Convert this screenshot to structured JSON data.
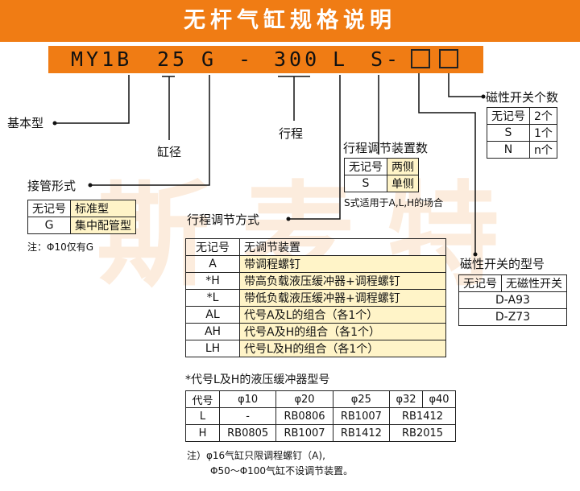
{
  "title": "无杆气缸规格说明",
  "watermark": "斯麦特",
  "model": {
    "series": "MY1B",
    "bore": "25",
    "port": "G",
    "dash": "-",
    "stroke": "300",
    "adjust": "L",
    "units": "S-"
  },
  "labels": {
    "basic_type": "基本型",
    "bore": "缸径",
    "stroke": "行程",
    "port_type": "接管形式",
    "adjust_mode": "行程调节方式",
    "adjust_count": "行程调节装置数",
    "switch_count": "磁性开关个数",
    "switch_model": "磁性开关的型号",
    "port_note": "注：Φ10仅有G",
    "adjust_count_note": "S式适用于A,L,H的场合",
    "shock_title": "*代号L及H的液压缓冲器型号",
    "bottom_note_1": "注）φ16气缸只限调程螺钉（A),",
    "bottom_note_2": "Φ50～Φ100气缸不设调节装置。"
  },
  "port_table": [
    {
      "code": "无记号",
      "desc": "标准型"
    },
    {
      "code": "G",
      "desc": "集中配管型"
    }
  ],
  "adjust_count_table": [
    {
      "code": "无记号",
      "desc": "两侧"
    },
    {
      "code": "S",
      "desc": "单侧"
    }
  ],
  "switch_count_table": [
    {
      "code": "无记号",
      "desc": "2个"
    },
    {
      "code": "S",
      "desc": "1个"
    },
    {
      "code": "N",
      "desc": "n个"
    }
  ],
  "switch_model_table": [
    {
      "code": "无记号",
      "desc": "无磁性开关"
    },
    {
      "code": "D-A93"
    },
    {
      "code": "D-Z73"
    }
  ],
  "adjust_table": [
    {
      "code": "无记号",
      "desc": "无调节装置"
    },
    {
      "code": "A",
      "desc": "带调程螺钉"
    },
    {
      "code": "*H",
      "desc": "带高负载液压缓冲器+调程螺钉"
    },
    {
      "code": "*L",
      "desc": "带低负载液压缓冲器+调程螺钉"
    },
    {
      "code": "AL",
      "desc": "代号A及L的组合（各1个）"
    },
    {
      "code": "AH",
      "desc": "代号A及H的组合（各1个）"
    },
    {
      "code": "LH",
      "desc": "代号L及H的组合（各1个）"
    }
  ],
  "shock_table": {
    "header": [
      "代号",
      "φ10",
      "φ20",
      "φ25",
      "φ32",
      "φ40"
    ],
    "row_l": {
      "code": "L",
      "c10": "-",
      "c20": "RB0806",
      "c25": "RB1007",
      "c32_40": "RB1412"
    },
    "row_h": {
      "code": "H",
      "c10": "RB0805",
      "c20": "RB1007",
      "c25": "RB1412",
      "c32_40": "RB2015"
    }
  }
}
